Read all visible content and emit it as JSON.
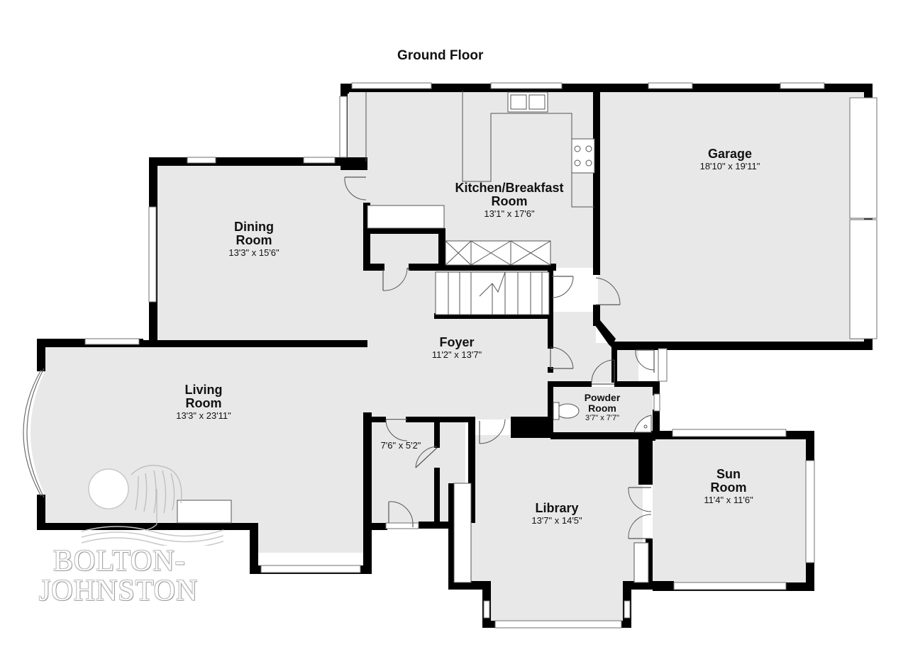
{
  "floor_title": "Ground Floor",
  "rooms": {
    "kitchen": {
      "name_line1": "Kitchen/Breakfast",
      "name_line2": "Room",
      "dims": "13'1\" x 17'6\""
    },
    "garage": {
      "name_line1": "Garage",
      "dims": "18'10\" x 19'11\""
    },
    "dining": {
      "name_line1": "Dining",
      "name_line2": "Room",
      "dims": "13'3\" x 15'6\""
    },
    "foyer": {
      "name_line1": "Foyer",
      "dims": "11'2\" x 13'7\""
    },
    "living": {
      "name_line1": "Living",
      "name_line2": "Room",
      "dims": "13'3\" x 23'11\""
    },
    "powder": {
      "name_line1": "Powder",
      "name_line2": "Room",
      "dims": "3'7\" x 7'7\""
    },
    "closet": {
      "dims": "7'6\" x 5'2\""
    },
    "library": {
      "name_line1": "Library",
      "dims": "13'7\" x 14'5\""
    },
    "sun": {
      "name_line1": "Sun",
      "name_line2": "Room",
      "dims": "11'4\" x 11'6\""
    }
  },
  "logo": {
    "line1": "BOLTON-",
    "line2": "JOHNSTON"
  },
  "colors": {
    "floor": "#e8e8e8",
    "wall": "#000000",
    "background": "#ffffff"
  }
}
